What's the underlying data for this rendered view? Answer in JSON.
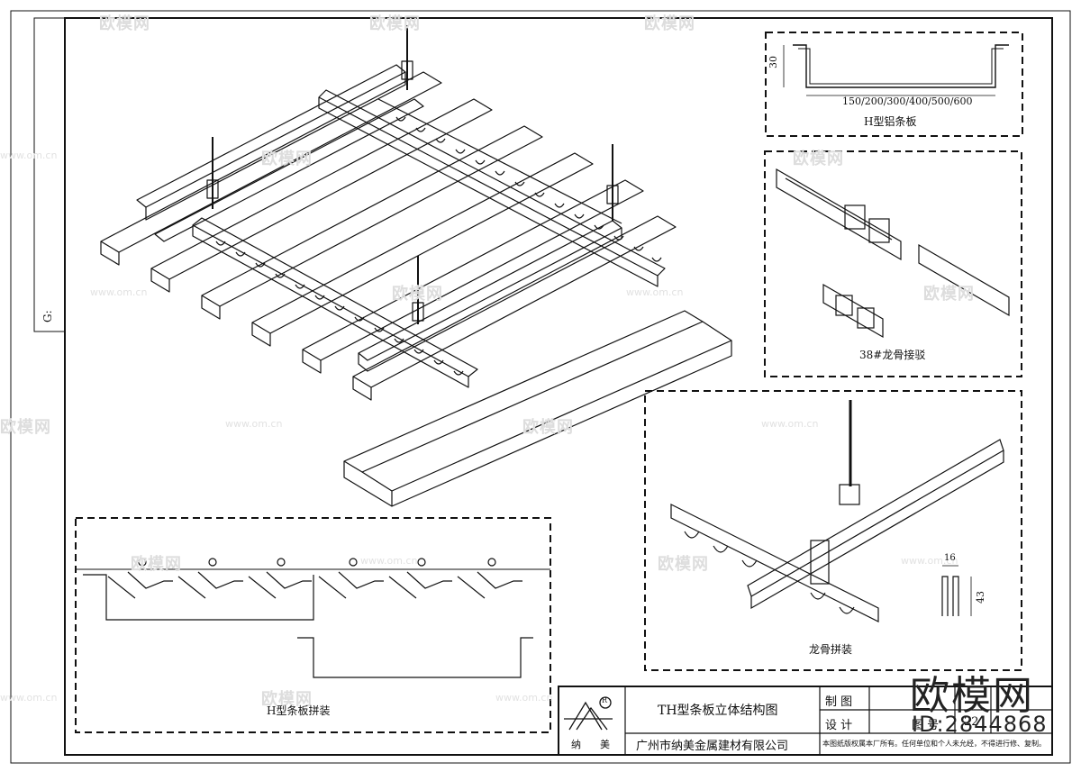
{
  "sheet_code": "G:",
  "drawing_title": "TH型条板立体结构图",
  "company_name": "广州市纳美金属建材有限公司",
  "logo_chars": [
    "纳",
    "美"
  ],
  "logo_mark": "R",
  "title_block": {
    "drawn_label": "制 图",
    "design_label": "设 计",
    "drawing_no_label": "图 号",
    "drawing_no_value": "22",
    "copyright_note": "本图纸版权属本厂所有。任何单位和个人未允经，不得进行修、复制。"
  },
  "details": {
    "h_panel": {
      "caption": "H型铝条板",
      "height_dim": "30",
      "width_dim": "150/200/300/400/500/600"
    },
    "keel_splice": {
      "caption": "38#龙骨接驳"
    },
    "keel_assembly": {
      "caption": "龙骨拼装",
      "width_dim": "16",
      "height_dim": "43"
    },
    "panel_assembly": {
      "caption": "H型条板拼装"
    }
  },
  "watermark": {
    "brand": "欧模网",
    "url": "www.om.cn",
    "big_brand": "欧模网",
    "id_label": "ID:2844868"
  }
}
